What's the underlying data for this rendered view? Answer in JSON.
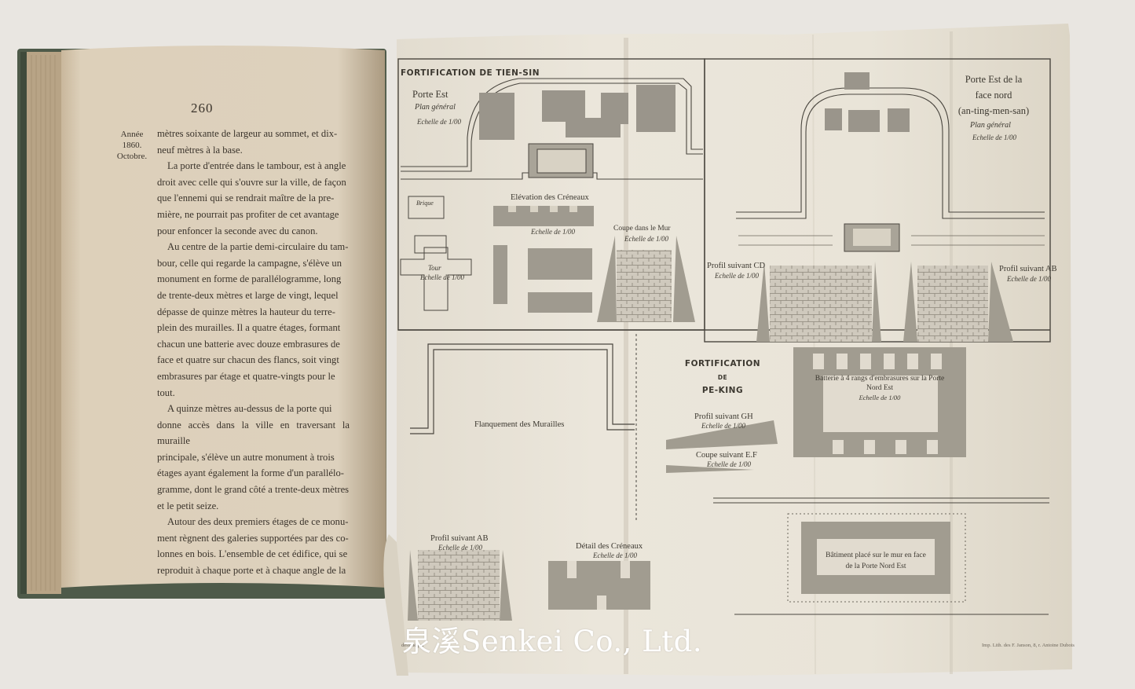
{
  "left_page": {
    "page_number": "260",
    "margin_note": [
      "Année 1860.",
      "Octobre."
    ],
    "lines": [
      {
        "text": "mètres soixante de largeur au sommet, et dix-",
        "indent": false
      },
      {
        "text": "neuf mètres à la base.",
        "indent": false
      },
      {
        "text": "La porte d'entrée dans le tambour, est à angle",
        "indent": true
      },
      {
        "text": "droit avec celle qui s'ouvre sur la ville, de façon",
        "indent": false
      },
      {
        "text": "que l'ennemi qui se rendrait maître de la pre-",
        "indent": false
      },
      {
        "text": "mière, ne pourrait pas profiter de cet avantage",
        "indent": false
      },
      {
        "text": "pour enfoncer la seconde avec du canon.",
        "indent": false
      },
      {
        "text": "Au centre de la partie demi-circulaire du tam-",
        "indent": true
      },
      {
        "text": "bour, celle qui regarde la campagne, s'élève un",
        "indent": false
      },
      {
        "text": "monument en forme de parallélogramme, long",
        "indent": false
      },
      {
        "text": "de trente-deux mètres et large de vingt, lequel",
        "indent": false
      },
      {
        "text": "dépasse de quinze mètres la hauteur du terre-",
        "indent": false
      },
      {
        "text": "plein des murailles. Il a quatre étages, formant",
        "indent": false
      },
      {
        "text": "chacun une batterie avec douze embrasures de",
        "indent": false
      },
      {
        "text": "face et quatre sur chacun des flancs, soit vingt",
        "indent": false
      },
      {
        "text": "embrasures par étage et quatre-vingts pour le",
        "indent": false
      },
      {
        "text": "tout.",
        "indent": false
      },
      {
        "text": "A quinze mètres au-dessus de la porte qui",
        "indent": true
      },
      {
        "text": "donne accès dans la ville en traversant la muraille",
        "indent": false
      },
      {
        "text": "principale, s'élève un autre monument à trois",
        "indent": false
      },
      {
        "text": "étages ayant également la forme d'un parallélo-",
        "indent": false
      },
      {
        "text": "gramme, dont le grand côté a trente-deux mètres",
        "indent": false
      },
      {
        "text": "et le petit seize.",
        "indent": false
      },
      {
        "text": "Autour des deux premiers étages de ce monu-",
        "indent": true
      },
      {
        "text": "ment règnent des galeries supportées par des co-",
        "indent": false
      },
      {
        "text": "lonnes en bois. L'ensemble de cet édifice, qui se",
        "indent": false
      },
      {
        "text": "reproduit à chaque porte et à chaque angle de la",
        "indent": false
      }
    ]
  },
  "plate": {
    "tiensin_title": "FORTIFICATION DE TIEN-SIN",
    "porte_est": "Porte Est",
    "plan_general_1": "Plan général",
    "echelle_1": "Echelle de 1/00",
    "elevation_creneaux": "Elévation des Créneaux",
    "echelle_elev": "Echelle de 1/00",
    "coupe_mur": "Coupe dans le Mur",
    "echelle_coupe": "Echelle de 1/00",
    "tour": "Tour",
    "echelle_tour": "Echelle de 1/00",
    "brique": "Brique",
    "porte_est_face_nord": [
      "Porte Est de la",
      "face nord",
      "(an-ting-men-san)"
    ],
    "plan_general_2": "Plan général",
    "echelle_2": "Echelle de 1/00",
    "profil_cd": "Profil suivant CD",
    "echelle_cd": "Echelle de 1/00",
    "profil_ab_right": "Profil suivant AB",
    "echelle_ab_right": "Echelle de 1/00",
    "pe_king_title": [
      "FORTIFICATION",
      "DE",
      "PE-KING"
    ],
    "flanquement": "Flanquement des Murailles",
    "profil_gh": "Profil suivant GH",
    "echelle_gh": "Echelle de 1/00",
    "coupe_ef": "Coupe suivant E.F",
    "echelle_ef": "Echelle de 1/00",
    "batterie": [
      "Batterie à 4 rangs d'embrasures sur la Porte",
      "Nord Est",
      "Echelle de 1/00"
    ],
    "profil_ab_left": "Profil suivant AB",
    "echelle_ab_left": "Echelle de 1/00",
    "detail_creneaux": "Détail des Créneaux",
    "echelle_detail": "Echelle de 1/00",
    "batiment": [
      "Bâtiment placé sur le mur en face",
      "de la Porte Nord Est"
    ],
    "imprint": "Imp. Lith. des F. Janson, 8, r. Antoine Dubois",
    "draftsman": "dessiné par"
  },
  "watermark": "泉溪Senkei Co., Ltd."
}
